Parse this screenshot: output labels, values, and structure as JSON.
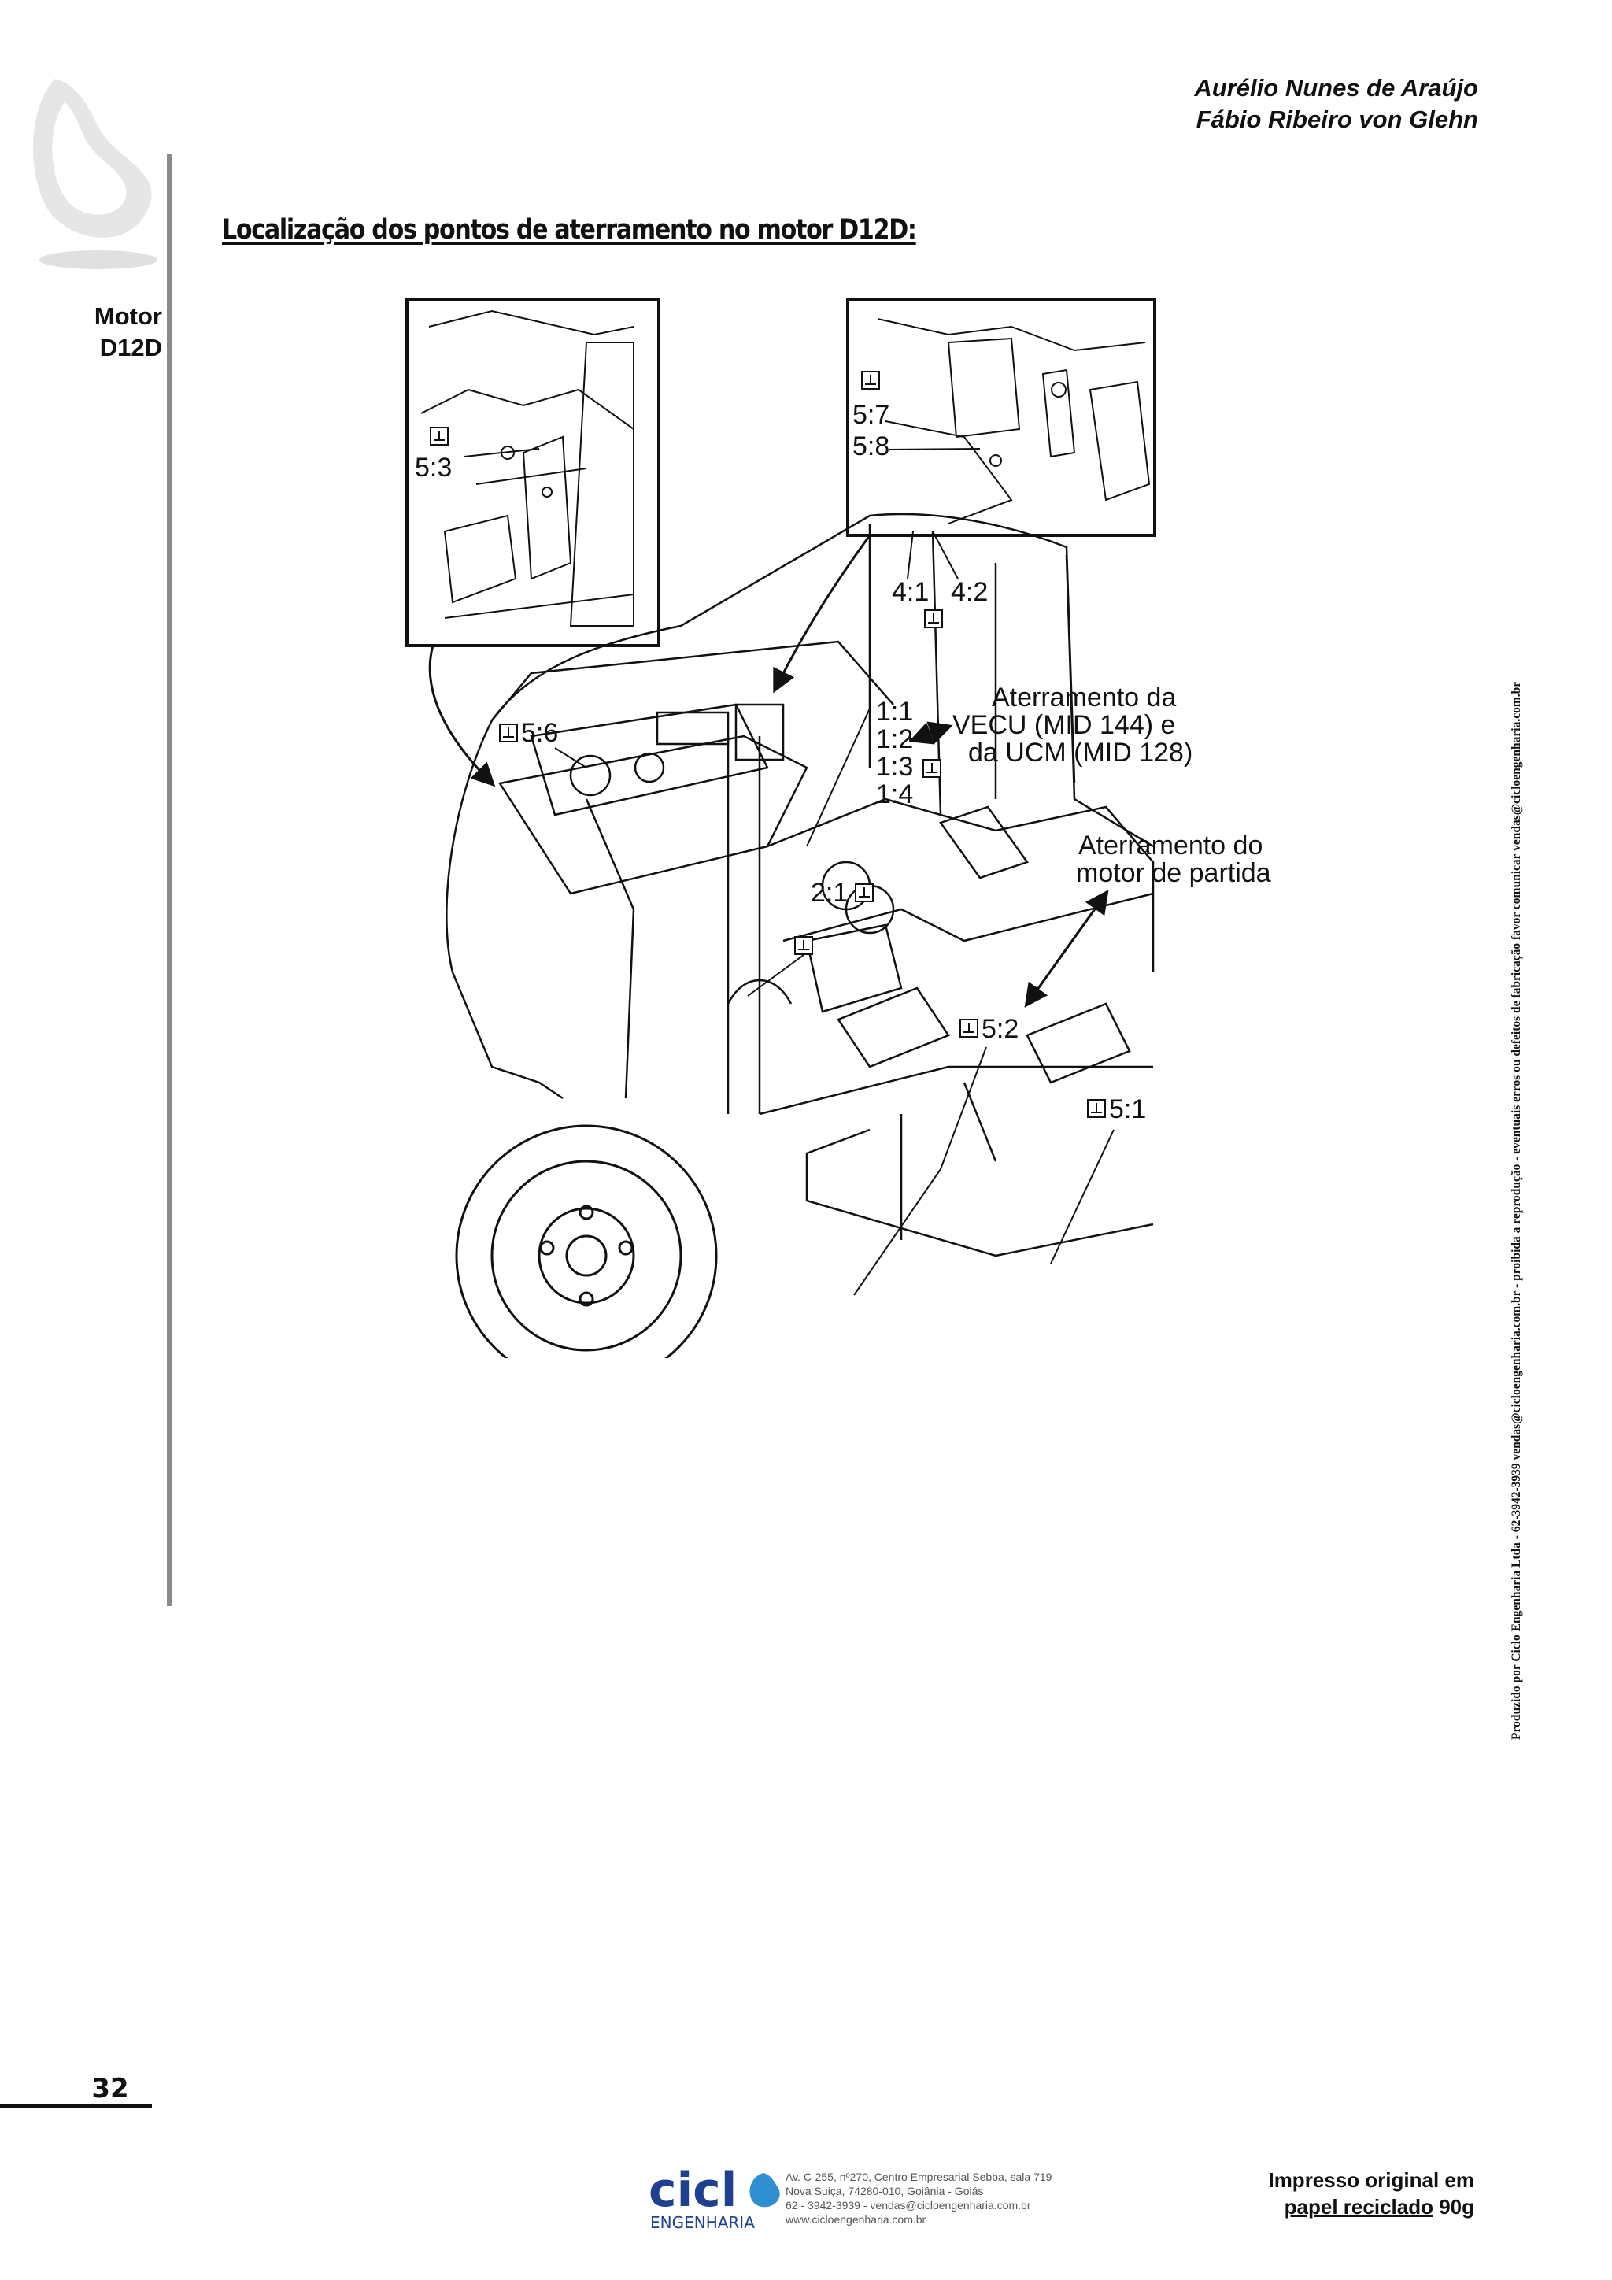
{
  "header": {
    "authors": [
      "Aurélio Nunes de Araújo",
      "Fábio Ribeiro von Glehn"
    ]
  },
  "sidebar": {
    "section_label": [
      "Motor",
      "D12D"
    ]
  },
  "page": {
    "title": "Localização dos pontos de aterramento no motor D12D:",
    "number": "32"
  },
  "diagram": {
    "labels": {
      "p53": "5:3",
      "p57": "5:7",
      "p58": "5:8",
      "p41": "4:1",
      "p42": "4:2",
      "p56": "5:6",
      "p11": "1:1",
      "p12": "1:2",
      "p13": "1:3",
      "p14": "1:4",
      "p21": "2:1",
      "p52": "5:2",
      "p51": "5:1"
    },
    "callouts": {
      "vecu_line1": "Aterramento da",
      "vecu_line2": "VECU (MID 144) e",
      "vecu_line3": "da UCM (MID 128)",
      "starter_line1": "Aterramento do",
      "starter_line2": "motor de partida"
    },
    "ground_symbol": "ground-symbol-icon"
  },
  "side_credit": "Produzido por Ciclo Engenharia Ltda - 62-3942-3939 vendas@cicloengenharia.com.br - proibida a reprodução - eventuais erros ou defeitos de fabricação favor comunicar vendas@cicloengenharia.com.br",
  "footer": {
    "logo_text": "cicl",
    "logo_subtext": "ENGENHARIA",
    "address_lines": [
      "Av. C-255, nº270, Centro Empresarial Sebba, sala 719",
      "Nova Suiça, 74280-010, Goiânia - Goiás",
      "62 - 3942-3939 - vendas@cicloengenharia.com.br",
      "www.cicloengenharia.com.br"
    ],
    "printed_line1": "Impresso original em",
    "printed_underlined": "papel reciclado",
    "printed_suffix": " 90g"
  },
  "colors": {
    "logo_blue": "#1f3f8f",
    "logo_light_blue": "#2f8fd0",
    "rule_gray": "#8a8a8a"
  }
}
